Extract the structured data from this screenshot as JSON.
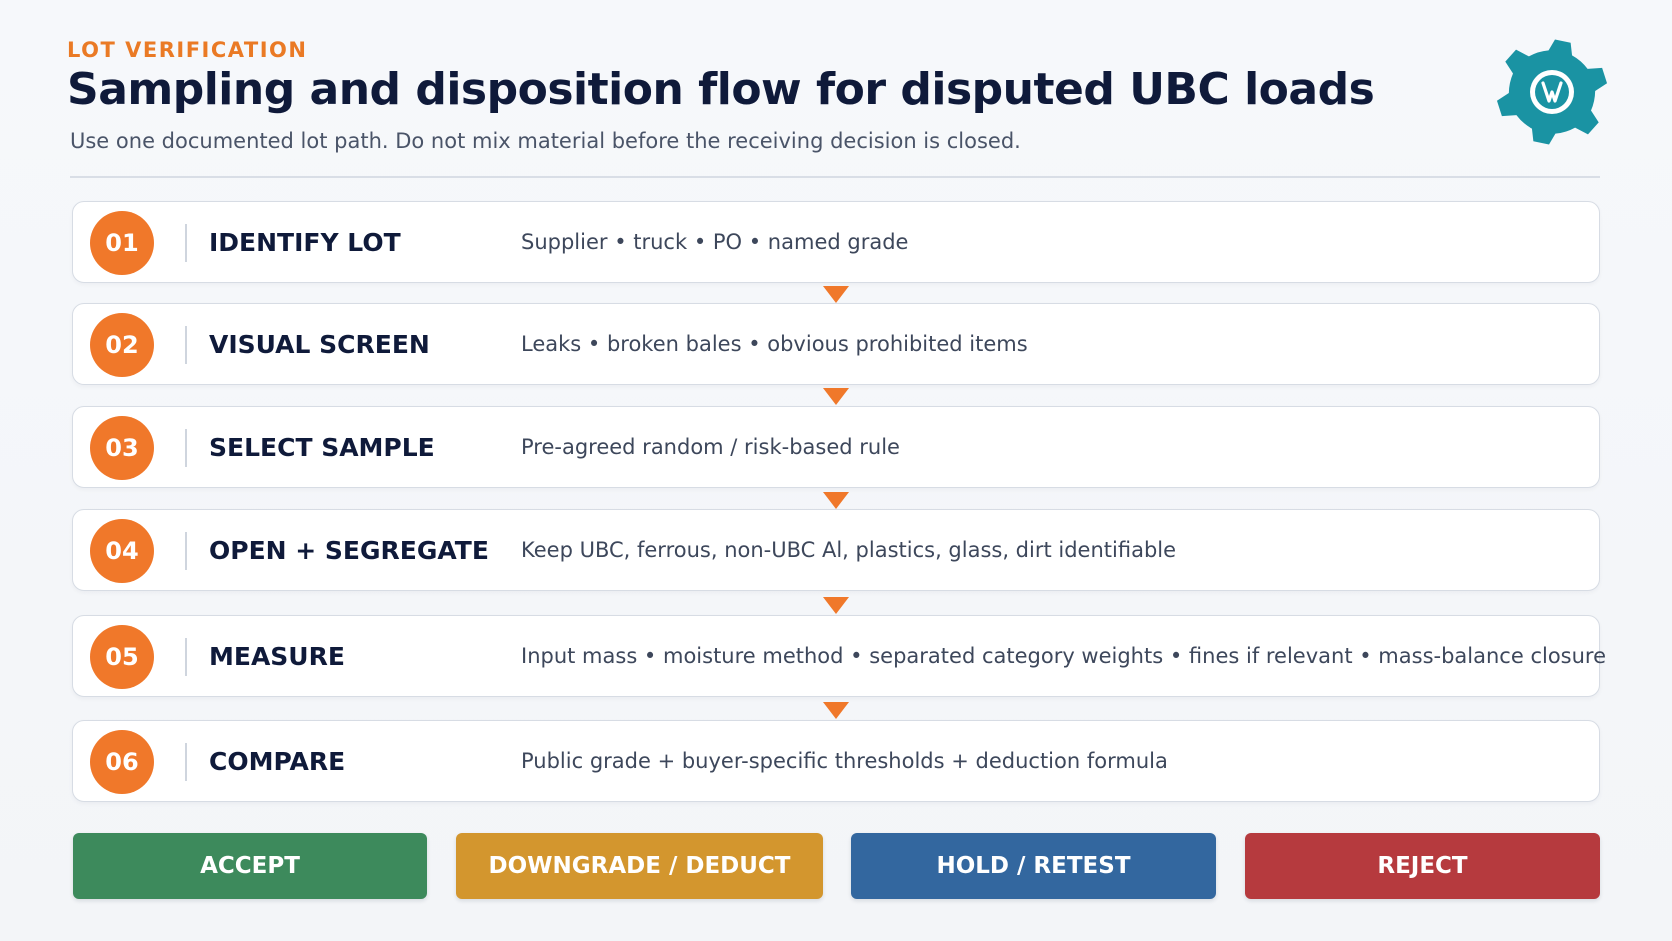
{
  "header": {
    "eyebrow": "LOT VERIFICATION",
    "title": "Sampling and disposition flow for disputed UBC loads",
    "subtitle": "Use one documented lot path. Do not mix material before the receiving decision is closed."
  },
  "logo": {
    "icon": "gear-logo-icon",
    "color": "#1a93a3"
  },
  "steps": [
    {
      "number": "01",
      "title": "IDENTIFY LOT",
      "description": "Supplier • truck • PO • named grade"
    },
    {
      "number": "02",
      "title": "VISUAL SCREEN",
      "description": "Leaks • broken bales • obvious prohibited items"
    },
    {
      "number": "03",
      "title": "SELECT SAMPLE",
      "description": "Pre-agreed random / risk-based rule"
    },
    {
      "number": "04",
      "title": "OPEN + SEGREGATE",
      "description": "Keep UBC, ferrous, non-UBC Al, plastics, glass, dirt identifiable"
    },
    {
      "number": "05",
      "title": "MEASURE",
      "description": "Input mass • moisture method • separated category weights • fines if relevant • mass-balance closure"
    },
    {
      "number": "06",
      "title": "COMPARE",
      "description": "Public grade + buyer-specific thresholds + deduction formula"
    }
  ],
  "outcomes": [
    {
      "label": "ACCEPT",
      "color": "#3d8a5c"
    },
    {
      "label": "DOWNGRADE / DEDUCT",
      "color": "#d3962e"
    },
    {
      "label": "HOLD / RETEST",
      "color": "#33679f"
    },
    {
      "label": "REJECT",
      "color": "#b63a3e"
    }
  ],
  "colors": {
    "accent": "#f0782a",
    "title": "#0f1a3a"
  }
}
